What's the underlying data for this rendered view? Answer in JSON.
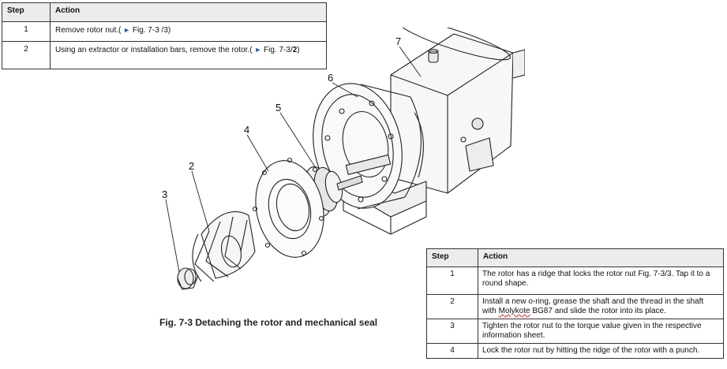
{
  "table_top": {
    "headers": [
      "Step",
      "Action"
    ],
    "rows": [
      {
        "step": "1",
        "action": "Remove rotor nut.(",
        "ref": "Fig. 7-3 /3)"
      },
      {
        "step": "2",
        "action": "Using an extractor or installation bars, remove the rotor.(",
        "ref": "Fig. 7-3/",
        "ref_bold": "2",
        "ref_end": ")"
      }
    ]
  },
  "figure": {
    "caption": "Fig. 7-3 Detaching the rotor and mechanical seal",
    "callouts": [
      "2",
      "3",
      "4",
      "5",
      "6",
      "7"
    ]
  },
  "table_bottom": {
    "headers": [
      "Step",
      "Action"
    ],
    "rows": [
      {
        "step": "1",
        "action": "The rotor has a ridge that locks the rotor nut Fig. 7-3/3. Tap it to a round shape."
      },
      {
        "step": "2",
        "action_pre": "Install a new o-ring, grease the shaft and the thread in the shaft with ",
        "action_mark": "Molykote",
        "action_post": " BG87 and slide the rotor into its place."
      },
      {
        "step": "3",
        "action": "Tighten the rotor nut to the torque value given in the respective information sheet."
      },
      {
        "step": "4",
        "action": "Lock the rotor nut by hitting the ridge of the rotor with a punch."
      }
    ]
  }
}
